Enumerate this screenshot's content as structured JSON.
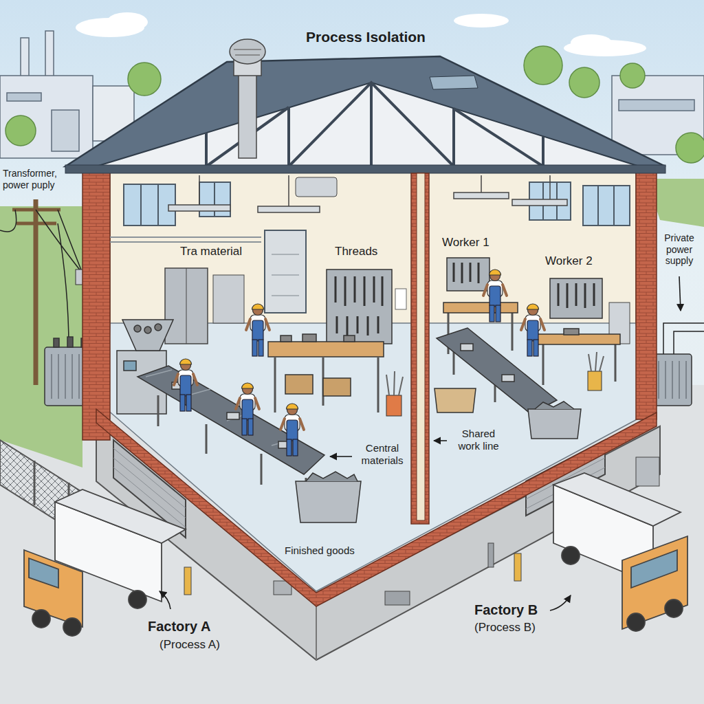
{
  "diagram": {
    "title": "Process Isolation",
    "labels": [
      "Transformer, power puply",
      "Tra material",
      "Threads",
      "Worker 1",
      "Worker 2",
      "Private power supply",
      "Central materials",
      "Shared work line",
      "Finished goods",
      "Factory A",
      "(Process A)",
      "Factory B",
      "(Process B)"
    ]
  }
}
